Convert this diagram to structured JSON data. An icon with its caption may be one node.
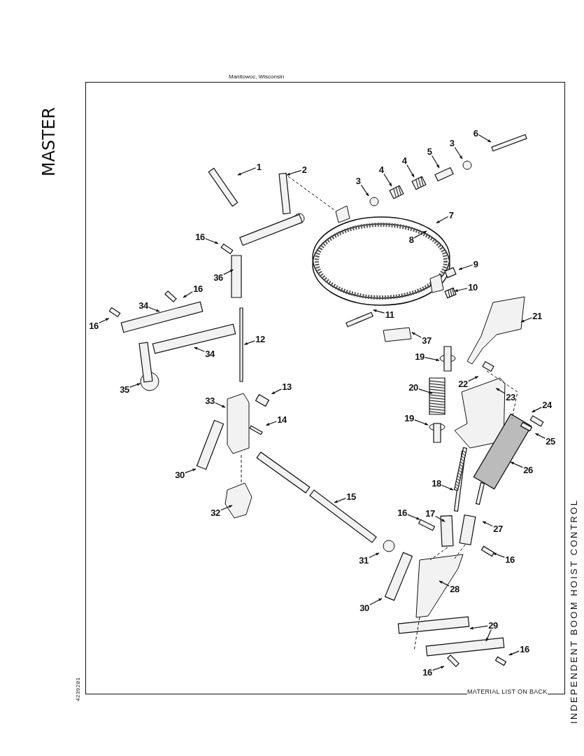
{
  "diagram": {
    "title": "INDEPENDENT BOOM HOIST CONTROL",
    "nodes": [
      {
        "text": [
          "6"
        ]
      },
      {
        "text": [
          "3"
        ]
      },
      {
        "text": [
          "5"
        ]
      },
      {
        "text": [
          "1"
        ]
      },
      {
        "text": [
          "4"
        ]
      },
      {
        "text": [
          "2"
        ]
      },
      {
        "text": [
          "4"
        ]
      },
      {
        "text": [
          "3"
        ]
      },
      {
        "text": [
          "7"
        ]
      },
      {
        "text": [
          "16"
        ]
      },
      {
        "text": [
          "8"
        ]
      },
      {
        "text": [
          "9"
        ]
      },
      {
        "text": [
          "36"
        ]
      },
      {
        "text": [
          "10"
        ]
      },
      {
        "text": [
          "16"
        ]
      },
      {
        "text": [
          "34"
        ]
      },
      {
        "text": [
          "11"
        ]
      },
      {
        "text": [
          "21"
        ]
      },
      {
        "text": [
          "16"
        ]
      },
      {
        "text": [
          "37"
        ]
      },
      {
        "text": [
          "12"
        ]
      },
      {
        "text": [
          "34"
        ]
      },
      {
        "text": [
          "19"
        ]
      },
      {
        "text": [
          "22"
        ]
      },
      {
        "text": [
          "13"
        ]
      },
      {
        "text": [
          "20"
        ]
      },
      {
        "text": [
          "35"
        ]
      },
      {
        "text": [
          "23"
        ]
      },
      {
        "text": [
          "33"
        ]
      },
      {
        "text": [
          "24"
        ]
      },
      {
        "text": [
          "19"
        ]
      },
      {
        "text": [
          "14"
        ]
      },
      {
        "text": [
          "25"
        ]
      },
      {
        "text": [
          "26"
        ]
      },
      {
        "text": [
          "30"
        ]
      },
      {
        "text": [
          "18"
        ]
      },
      {
        "text": [
          "15"
        ]
      },
      {
        "text": [
          "16"
        ]
      },
      {
        "text": [
          "17"
        ]
      },
      {
        "text": [
          "32"
        ]
      },
      {
        "text": [
          "27"
        ]
      },
      {
        "text": [
          "16"
        ]
      },
      {
        "text": [
          "31"
        ]
      },
      {
        "text": [
          "28"
        ]
      },
      {
        "text": [
          "30"
        ]
      },
      {
        "text": [
          "29"
        ]
      },
      {
        "text": [
          "16"
        ]
      },
      {
        "text": [
          "16"
        ]
      }
    ],
    "edges": [
      {
        "from": 0,
        "to": null,
        "arrow": "to"
      },
      {
        "from": 1,
        "to": null,
        "arrow": "to"
      },
      {
        "from": 2,
        "to": null,
        "arrow": "to"
      },
      {
        "from": 3,
        "to": null,
        "arrow": "to"
      },
      {
        "from": 4,
        "to": null,
        "arrow": "to"
      },
      {
        "from": 5,
        "to": null,
        "arrow": "to"
      },
      {
        "from": 6,
        "to": null,
        "arrow": "to"
      },
      {
        "from": 7,
        "to": null,
        "arrow": "to"
      },
      {
        "from": 8,
        "to": null,
        "arrow": "to"
      },
      {
        "from": 9,
        "to": null,
        "arrow": "to"
      },
      {
        "from": 10,
        "to": null,
        "arrow": "to"
      },
      {
        "from": 11,
        "to": null,
        "arrow": "to"
      },
      {
        "from": 12,
        "to": null,
        "arrow": "to"
      },
      {
        "from": 13,
        "to": null,
        "arrow": "to"
      },
      {
        "from": 14,
        "to": null,
        "arrow": "to"
      },
      {
        "from": 15,
        "to": null,
        "arrow": "to"
      },
      {
        "from": 16,
        "to": null,
        "arrow": "to"
      },
      {
        "from": 17,
        "to": null,
        "arrow": "to"
      },
      {
        "from": 18,
        "to": null,
        "arrow": "to"
      },
      {
        "from": 19,
        "to": null,
        "arrow": "to"
      },
      {
        "from": 20,
        "to": null,
        "arrow": "to"
      },
      {
        "from": 21,
        "to": null,
        "arrow": "to"
      },
      {
        "from": 22,
        "to": null,
        "arrow": "to"
      },
      {
        "from": 23,
        "to": null,
        "arrow": "to"
      },
      {
        "from": 24,
        "to": null,
        "arrow": "to"
      },
      {
        "from": 25,
        "to": null,
        "arrow": "to"
      },
      {
        "from": 26,
        "to": null,
        "arrow": "to"
      },
      {
        "from": 27,
        "to": null,
        "arrow": "to"
      },
      {
        "from": 28,
        "to": null,
        "arrow": "to"
      },
      {
        "from": 29,
        "to": null,
        "arrow": "to"
      },
      {
        "from": 30,
        "to": null,
        "arrow": "to"
      },
      {
        "from": 31,
        "to": null,
        "arrow": "to"
      },
      {
        "from": 32,
        "to": null,
        "arrow": "to"
      },
      {
        "from": 33,
        "to": null,
        "arrow": "to"
      },
      {
        "from": 34,
        "to": null,
        "arrow": "to"
      },
      {
        "from": 35,
        "to": null,
        "arrow": "to"
      },
      {
        "from": 36,
        "to": null,
        "arrow": "to"
      },
      {
        "from": 37,
        "to": null,
        "arrow": "to"
      },
      {
        "from": 38,
        "to": null,
        "arrow": "to"
      },
      {
        "from": 39,
        "to": null,
        "arrow": "to"
      },
      {
        "from": 40,
        "to": null,
        "arrow": "to"
      },
      {
        "from": 41,
        "to": null,
        "arrow": "to"
      },
      {
        "from": 42,
        "to": null,
        "arrow": "to"
      },
      {
        "from": 43,
        "to": null,
        "arrow": "to"
      },
      {
        "from": 44,
        "to": null,
        "arrow": "to"
      },
      {
        "from": 45,
        "to": null,
        "arrow": "to"
      },
      {
        "from": 45,
        "to": null,
        "arrow": "to"
      },
      {
        "from": 46,
        "to": null,
        "arrow": "to"
      },
      {
        "from": 47,
        "to": null,
        "arrow": "to"
      }
    ],
    "labels": [
      "Manitowoc, Wisconsin",
      "MASTER",
      "4239281",
      "MATERIAL LIST ON BACK"
    ]
  }
}
